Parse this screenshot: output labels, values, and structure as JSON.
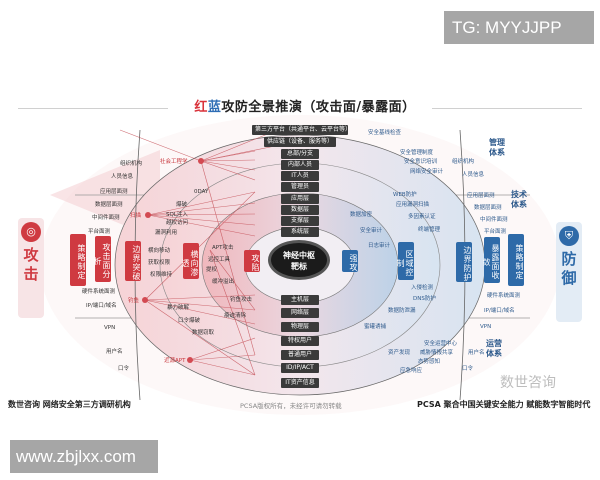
{
  "watermarks": {
    "top": "TG: MYYJJPP",
    "bottom": "www.zbjlxx.com"
  },
  "title": {
    "red": "红",
    "blue": "蓝",
    "rest": "攻防全景推演（攻击面/暴露面）"
  },
  "sides": {
    "attack": {
      "icon": "target-icon",
      "label": "攻击",
      "color": "#cf3a41"
    },
    "defense": {
      "icon": "shield-icon",
      "label": "防御",
      "color": "#2e6aa8"
    }
  },
  "red_boxes": [
    "策略制定",
    "攻击面分析",
    "边界突破",
    "横向渗透",
    "攻陷"
  ],
  "blue_boxes": [
    "强攻",
    "区域控制",
    "边界防护",
    "暴露面收敛",
    "策略制定"
  ],
  "center": {
    "line1": "神经中枢",
    "line2": "靶标"
  },
  "systems": {
    "management": "管理体系",
    "technology": "技术体系",
    "operations": "运营体系"
  },
  "dark_boxes": [
    "第三方平台（共通平台、云平台等）",
    "供应链（设备、服务等）",
    "总部/分支",
    "内部人员",
    "IT人员",
    "管理员",
    "应用层",
    "数据层",
    "支撑层",
    "系统层",
    "主机层",
    "网络层",
    "物理层",
    "特权用户",
    "普通用户",
    "ID/IP/ACT",
    "IT资产信息"
  ],
  "attack_nodes": [
    "社会工程学",
    "扫描",
    "钓鱼",
    "近源APT"
  ],
  "left_labels": [
    "组织机构",
    "人员信息",
    "应用层面测",
    "数据层面测",
    "中间件面测",
    "平台面测",
    "硬件系统面测",
    "IP/端口/域名",
    "VPN",
    "用户名",
    "口令"
  ],
  "attack_labels": [
    "0DAY",
    "爆破",
    "SQL注入",
    "越权访问",
    "漏洞利用",
    "横向移动",
    "APT攻击",
    "远控工具",
    "提权",
    "缓冲溢出",
    "获取权限",
    "权限维持",
    "口令爆破",
    "数据窃取",
    "暴力破解",
    "钓鱼攻击",
    "痕迹清除"
  ],
  "right_labels": [
    "组织机构",
    "人员信息",
    "应用层面测",
    "数据层面测",
    "中间件面测",
    "平台面测",
    "硬件系统面测",
    "IP/端口/域名",
    "VPN",
    "用户名",
    "口令"
  ],
  "defense_labels": [
    "安全基线检查",
    "安全管理制度",
    "安全意识培训",
    "网络安全审计",
    "WEB防护",
    "应用漏洞扫描",
    "多因素认证",
    "数据加密",
    "安全审计",
    "日志审计",
    "终端管理",
    "DNS防护",
    "入侵检测",
    "数据防泄漏",
    "蜜罐诱捕",
    "资产发现",
    "安全运营中心",
    "威胁情报共享",
    "应急响应",
    "态势感知"
  ],
  "footer": {
    "left": "数世咨询  网络安全第三方调研机构",
    "center": "PCSA版权所有，未经许可请勿转载",
    "right": "PCSA 聚合中国关键安全能力  赋能数字智能时代",
    "brand": "数世咨询"
  }
}
